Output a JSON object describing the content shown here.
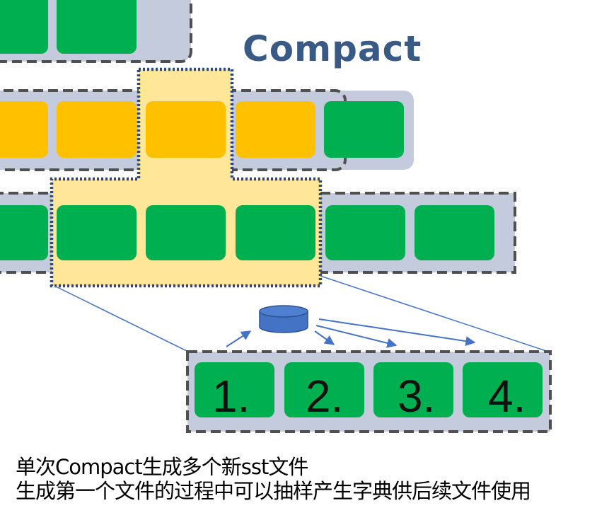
{
  "title": "Compact",
  "diagram": {
    "new_files": [
      "1.",
      "2.",
      "3.",
      "4."
    ],
    "colors": {
      "green": "#00b050",
      "orange": "#ffc000",
      "highlight": "#ffe699",
      "level_bg": "#c3cbdc",
      "border": "#505050",
      "dotted": "#2f4a7a",
      "arrow": "#4472c4",
      "db": "#4472c4"
    }
  },
  "caption": {
    "line1": "单次Compact生成多个新sst文件",
    "line2": "生成第一个文件的过程中可以抽样产生字典供后续文件使用"
  }
}
